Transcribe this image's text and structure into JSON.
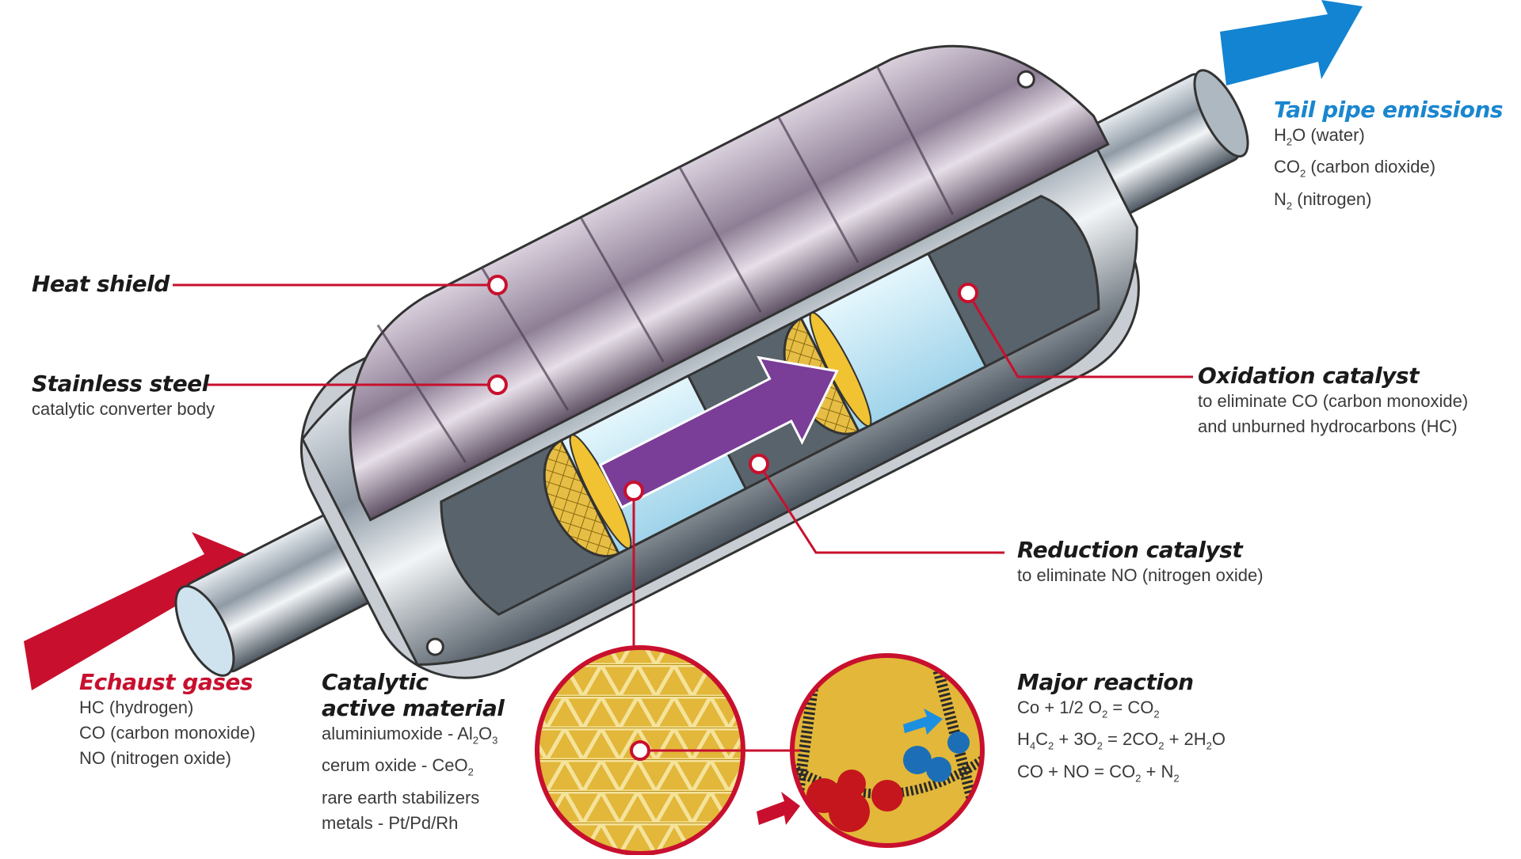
{
  "labels": {
    "heat_shield": {
      "title": "Heat shield"
    },
    "stainless_steel": {
      "title": "Stainless steel",
      "sub": "catalytic converter body"
    },
    "oxidation": {
      "title": "Oxidation catalyst",
      "lines": [
        "to eliminate CO (carbon monoxide)",
        "and unburned hydrocarbons (HC)"
      ]
    },
    "reduction": {
      "title": "Reduction catalyst",
      "sub": "to eliminate NO (nitrogen oxide)"
    },
    "tailpipe": {
      "title": "Tail pipe emissions",
      "lines": [
        {
          "pre": "H",
          "sub": "2",
          "post": "O (water)"
        },
        {
          "pre": "CO",
          "sub": "2",
          "post": " (carbon dioxide)"
        },
        {
          "pre": "N",
          "sub": "2",
          "post": " (nitrogen)"
        }
      ]
    },
    "exhaust": {
      "title": "Echaust gases",
      "lines": [
        "HC (hydrogen)",
        "CO (carbon monoxide)",
        "NO (nitrogen oxide)"
      ]
    },
    "catalytic": {
      "title_line1": "Catalytic",
      "title_line2": "active material",
      "lines": [
        {
          "pre": "aluminiumoxide - Al",
          "sub": "2",
          "mid": "O",
          "sub2": "3",
          "post": ""
        },
        {
          "pre": "cerum oxide - CeO",
          "sub": "2",
          "mid": "",
          "sub2": "",
          "post": ""
        },
        {
          "pre": "rare earth stabilizers",
          "sub": "",
          "mid": "",
          "sub2": "",
          "post": ""
        },
        {
          "pre": "metals - Pt/Pd/Rh",
          "sub": "",
          "mid": "",
          "sub2": "",
          "post": ""
        }
      ]
    },
    "reaction": {
      "title": "Major reaction",
      "lines": [
        {
          "segments": [
            {
              "t": "Co + 1/2 O"
            },
            {
              "s": "2"
            },
            {
              "t": " = CO"
            },
            {
              "s": "2"
            }
          ]
        },
        {
          "segments": [
            {
              "t": "H"
            },
            {
              "s": "4"
            },
            {
              "t": "C"
            },
            {
              "s": "2"
            },
            {
              "t": " + 3O"
            },
            {
              "s": "2"
            },
            {
              "t": " = 2CO"
            },
            {
              "s": "2"
            },
            {
              "t": " + 2H"
            },
            {
              "s": "2"
            },
            {
              "t": "O"
            }
          ]
        },
        {
          "segments": [
            {
              "t": "CO + NO = CO"
            },
            {
              "s": "2"
            },
            {
              "t": " + N"
            },
            {
              "s": "2"
            }
          ]
        }
      ]
    }
  },
  "colors": {
    "callout": "#c8102e",
    "exhaust_arrow": "#c8102e",
    "tailpipe_arrow": "#1384d1",
    "flow_arrow": "#7a3d98",
    "honeycomb": "#e2b73a",
    "shell_purple": "#8f7f96",
    "steel": "#9aa4ad",
    "ceramic_blue": "#bfe6f5"
  }
}
